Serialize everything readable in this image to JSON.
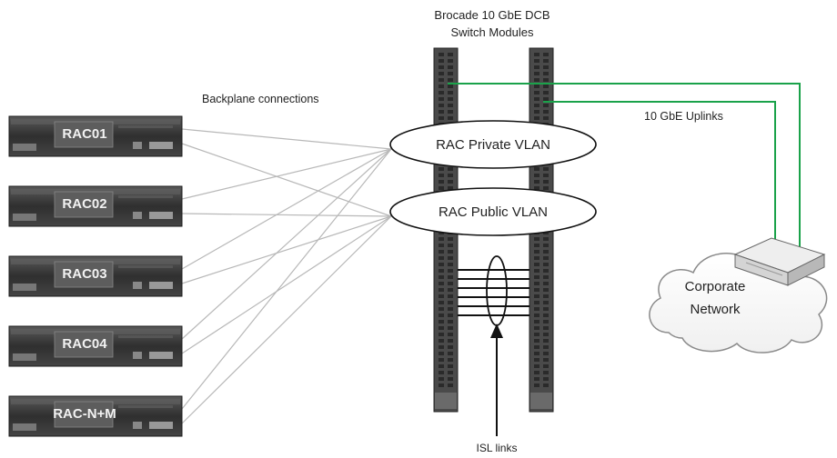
{
  "switch_title_line1": "Brocade 10 GbE DCB",
  "switch_title_line2": "Switch Modules",
  "backplane_label": "Backplane connections",
  "uplinks_label": "10 GbE Uplinks",
  "private_vlan": "RAC Private VLAN",
  "public_vlan": "RAC Public VLAN",
  "corporate_line1": "Corporate",
  "corporate_line2": "Network",
  "isl_label": "ISL links",
  "servers": [
    "RAC01",
    "RAC02",
    "RAC03",
    "RAC04",
    "RAC-N+M"
  ],
  "colors": {
    "uplink_line": "#1aa24a",
    "backplane_line": "#b8b8b8",
    "server_body": "#3a3a3a",
    "switch_body": "#4a4a4a"
  }
}
